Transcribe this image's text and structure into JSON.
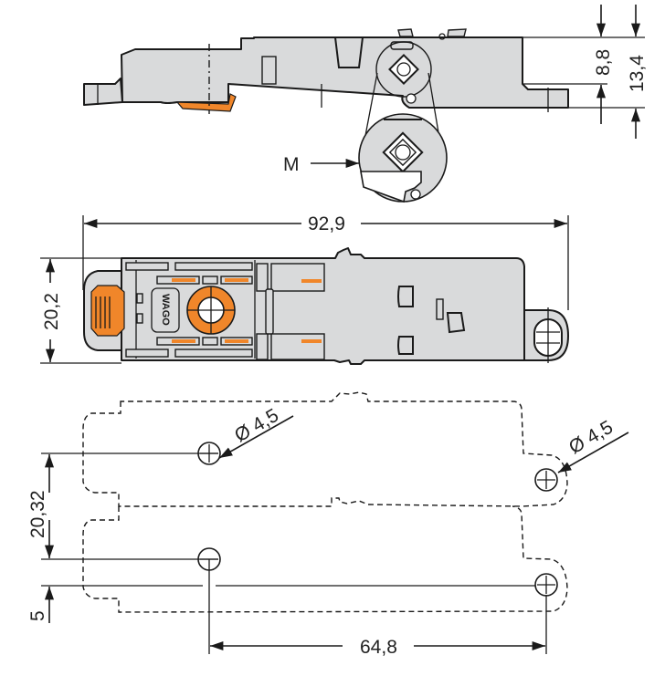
{
  "drawing": {
    "side_view": {
      "height_dim_1": "8,8",
      "height_dim_2": "13,4",
      "detail_label": "M"
    },
    "top_view": {
      "length_dim": "92,9",
      "width_dim": "20,2",
      "logo_text": "WAGO"
    },
    "mounting_pattern": {
      "hole_diameter_1": "Ø 4,5",
      "hole_diameter_2": "Ø 4,5",
      "pitch_dim": "20,32",
      "offset_dim": "5",
      "hole_spacing_dim": "64,8"
    },
    "colors": {
      "body": "#d9dadb",
      "accent": "#f0862a",
      "line": "#1a1a1a"
    }
  }
}
